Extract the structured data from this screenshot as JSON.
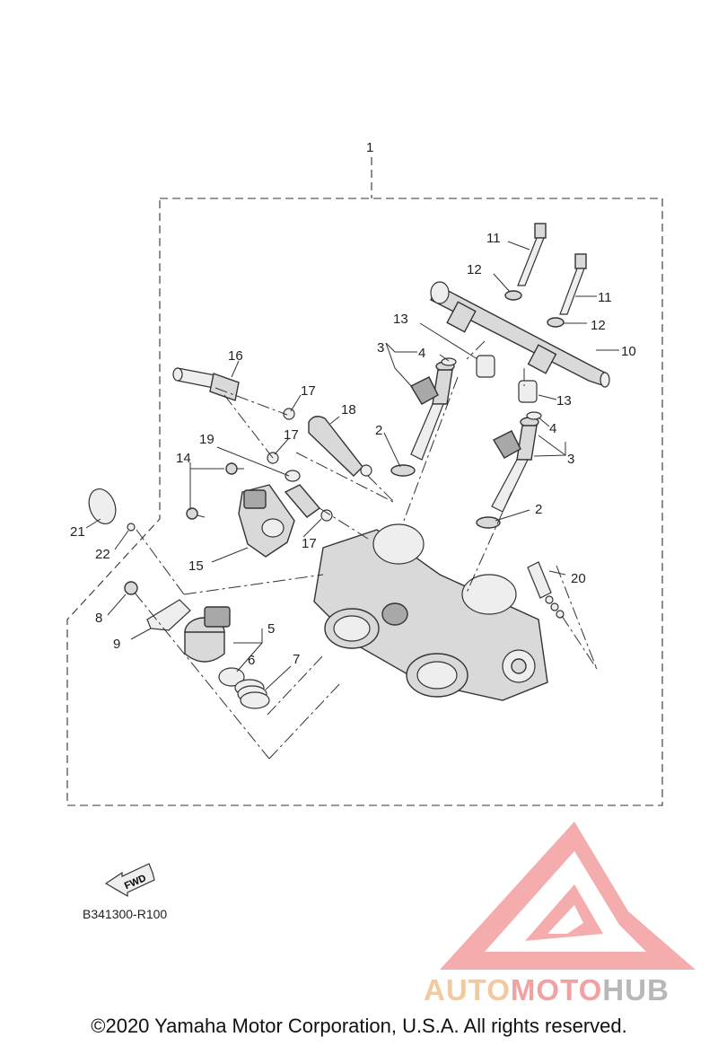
{
  "diagram": {
    "callouts": [
      "1",
      "2",
      "2",
      "3",
      "3",
      "4",
      "4",
      "5",
      "6",
      "7",
      "8",
      "9",
      "10",
      "11",
      "11",
      "12",
      "12",
      "13",
      "13",
      "14",
      "15",
      "16",
      "17",
      "17",
      "17",
      "18",
      "19",
      "20",
      "21",
      "22"
    ],
    "fwd_label": "FWD",
    "code": "B341300-R100"
  },
  "footer": {
    "copyright": "©2020 Yamaha Motor Corporation, U.S.A. All rights reserved."
  },
  "watermark": {
    "brand_part1": "AUTO",
    "brand_part2": "MOTO",
    "brand_part3": "HUB",
    "colors": {
      "auto": "#f3c9a0",
      "moto": "#f2a0a0",
      "hub": "#b8b8b8",
      "logo": "#f4a3a3"
    }
  }
}
